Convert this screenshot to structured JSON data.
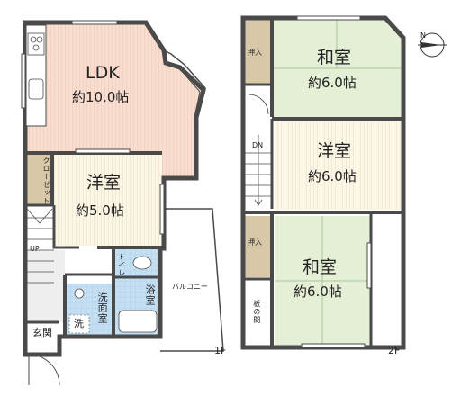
{
  "floors": {
    "first": {
      "label": "1F",
      "rooms": {
        "ldk": {
          "name": "LDK",
          "size": "約10.0帖"
        },
        "western": {
          "name": "洋室",
          "size": "約5.0帖"
        },
        "closet": "クローゼット",
        "washroom": "洗面室",
        "washer": "洗",
        "toilet": "トイレ",
        "bath": "浴室",
        "entrance": "玄関",
        "balcony": "バルコニー"
      },
      "stairs_label": "UP"
    },
    "second": {
      "label": "2F",
      "rooms": {
        "japanese_top": {
          "name": "和室",
          "size": "約6.0帖"
        },
        "western": {
          "name": "洋室",
          "size": "約6.0帖"
        },
        "japanese_bottom": {
          "name": "和室",
          "size": "約6.0帖"
        },
        "oshiire_top": "押入",
        "oshiire_bottom": "押入",
        "itanoma": "板の間"
      },
      "stairs_label": "DN"
    }
  },
  "compass": {
    "label": "N"
  },
  "colors": {
    "wall": "#4a4a4a",
    "floor_wood": "#f9ddd0",
    "tatami": "#e4efd6",
    "western_floor": "#fbf6e6",
    "closet": "#d8c8a8",
    "wet_area": "#c4def2"
  }
}
